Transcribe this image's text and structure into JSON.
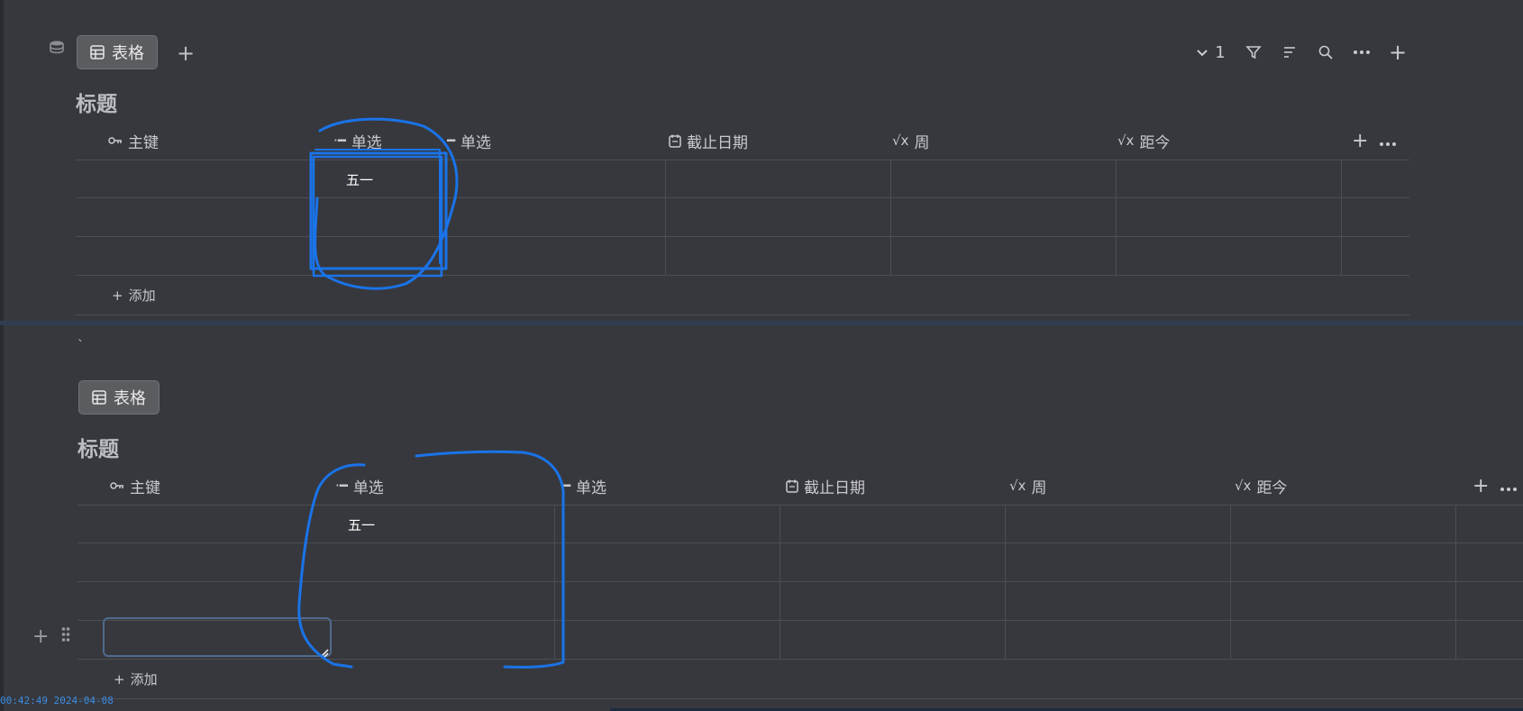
{
  "top_section": {
    "backtick": "`",
    "view_tab_label": "表格",
    "title": "标题",
    "toolbar": {
      "collapse_count": "1"
    },
    "columns": [
      {
        "label": "主键",
        "icon": "key-icon"
      },
      {
        "label": "单选",
        "icon": "select-icon"
      },
      {
        "label": "单选",
        "icon": "select-icon"
      },
      {
        "label": "截止日期",
        "icon": "calendar-icon"
      },
      {
        "label": "周",
        "icon": "formula-icon"
      },
      {
        "label": "距今",
        "icon": "formula-icon"
      }
    ],
    "rows": [
      {
        "cells": [
          "",
          "五一",
          "",
          "",
          "",
          ""
        ]
      },
      {
        "cells": [
          "",
          "",
          "",
          "",
          "",
          ""
        ]
      },
      {
        "cells": [
          "",
          "",
          "",
          "",
          "",
          ""
        ]
      }
    ],
    "add_label": "添加"
  },
  "bottom_section": {
    "backtick": "`",
    "view_tab_label": "表格",
    "title": "标题",
    "columns": [
      {
        "label": "主键",
        "icon": "key-icon"
      },
      {
        "label": "单选",
        "icon": "select-icon"
      },
      {
        "label": "单选",
        "icon": "select-icon"
      },
      {
        "label": "截止日期",
        "icon": "calendar-icon"
      },
      {
        "label": "周",
        "icon": "formula-icon"
      },
      {
        "label": "距今",
        "icon": "formula-icon"
      }
    ],
    "rows": [
      {
        "cells": [
          "",
          "五一",
          "",
          "",
          "",
          ""
        ]
      },
      {
        "cells": [
          "",
          "",
          "",
          "",
          "",
          ""
        ]
      },
      {
        "cells": [
          "",
          "",
          "",
          "",
          "",
          ""
        ]
      },
      {
        "cells": [
          "",
          "",
          "",
          "",
          "",
          ""
        ]
      }
    ],
    "add_label": "添加"
  },
  "timestamp": "00:42:49 2024-04-08",
  "colors": {
    "background": "#37383d",
    "annotation_stroke": "#1a73e8",
    "timestamp": "#3a8ee6"
  }
}
